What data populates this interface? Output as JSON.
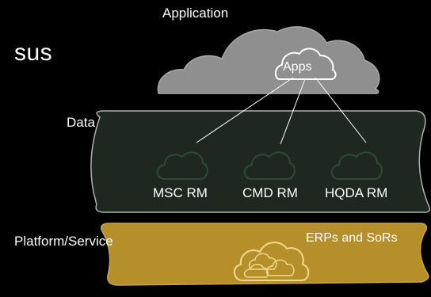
{
  "partial_heading": "sus",
  "layers": {
    "application": {
      "label": "Application",
      "apps_label": "Apps"
    },
    "data": {
      "label": "Data",
      "items": [
        "MSC RM",
        "CMD RM",
        "HQDA RM"
      ]
    },
    "platform": {
      "label": "Platform/Service",
      "erp_label": "ERPs and SoRs"
    }
  },
  "colors": {
    "background": "#000000",
    "application_cloud": "#8f8f8f",
    "data_band": "#1e2820",
    "platform_band": "#b5902a",
    "connector": "#ffffff"
  },
  "icons": [
    "cloud-icon",
    "cloud-cluster-icon"
  ]
}
